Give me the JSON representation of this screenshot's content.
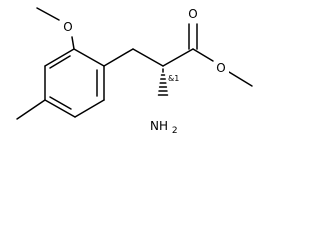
{
  "molecule": {
    "atoms": {
      "ether_oxygen": "O",
      "carbonyl_oxygen": "O",
      "ester_oxygen": "O",
      "amino_group": {
        "main": "NH",
        "subscript": "2"
      }
    },
    "stereo_label": "&1"
  }
}
